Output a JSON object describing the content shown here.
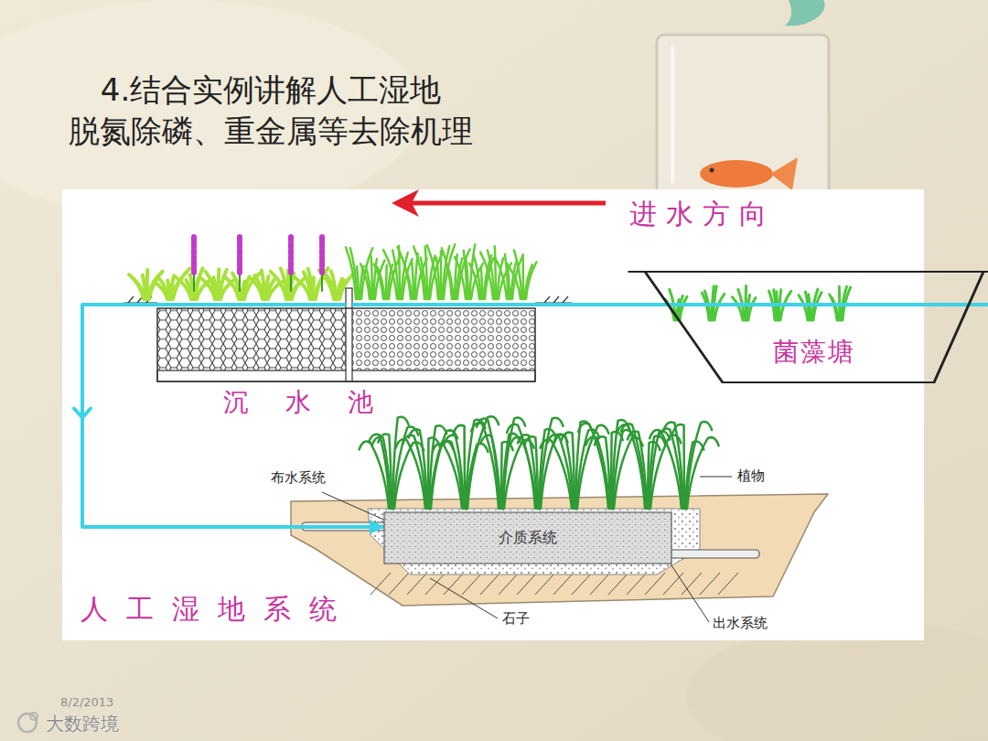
{
  "diagram": {
    "title": "4.结合实例讲解人工湿地 脱氮除磷、重金属等去除机理",
    "nodes": [
      {
        "text": [
          "菌藻塘"
        ]
      },
      {
        "text": [
          "沉水池"
        ]
      },
      {
        "text": [
          "介质系统"
        ]
      }
    ],
    "edges": [
      {
        "from": 0,
        "to": 1,
        "arrow": "none"
      },
      {
        "from": 1,
        "to": 2,
        "arrow": "to"
      }
    ],
    "labels": [
      "进水方向",
      "人工湿地系统",
      "布水系统",
      "植物",
      "石子",
      "出水系统",
      "8/2/2013",
      "大数跨境"
    ]
  }
}
